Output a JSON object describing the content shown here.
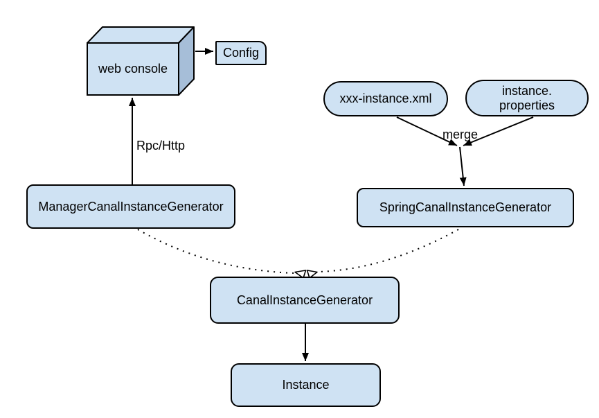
{
  "diagram": {
    "title": "Canal instance generator diagram",
    "background_color": "#ffffff",
    "node_fill_color": "#cfe2f3",
    "node_shade_color": "#a6bed8",
    "border_color": "#000000",
    "text_color": "#000000",
    "nodes": {
      "web_console": {
        "label": "web console",
        "shape": "cube-3d"
      },
      "config": {
        "label": "Config",
        "shape": "card"
      },
      "xxx_instance_xml": {
        "label": "xxx-instance.xml",
        "shape": "pill"
      },
      "instance_properties": {
        "label": "instance.\nproperties",
        "shape": "pill"
      },
      "manager_generator": {
        "label": "ManagerCanalInstanceGenerator",
        "shape": "rounded-rect"
      },
      "spring_generator": {
        "label": "SpringCanalInstanceGenerator",
        "shape": "rounded-rect"
      },
      "canal_generator": {
        "label": "CanalInstanceGenerator",
        "shape": "rounded-rect"
      },
      "instance": {
        "label": "Instance",
        "shape": "rounded-rect"
      }
    },
    "edge_labels": {
      "rpc_http": "Rpc/Http",
      "merge": "merge"
    },
    "edges": [
      {
        "from": "web_console",
        "to": "config",
        "style": "solid-arrow"
      },
      {
        "from": "manager_generator",
        "to": "web_console",
        "style": "solid-arrow",
        "label": "Rpc/Http"
      },
      {
        "from": "xxx_instance_xml",
        "to": "merge-point",
        "style": "solid-arrow"
      },
      {
        "from": "instance_properties",
        "to": "merge-point",
        "style": "solid-arrow",
        "label": "merge"
      },
      {
        "from": "merge-point",
        "to": "spring_generator",
        "style": "solid-arrow"
      },
      {
        "from": "manager_generator",
        "to": "canal_generator",
        "style": "dotted-open-triangle"
      },
      {
        "from": "spring_generator",
        "to": "canal_generator",
        "style": "dotted-open-triangle"
      },
      {
        "from": "canal_generator",
        "to": "instance",
        "style": "solid-arrow"
      }
    ]
  }
}
